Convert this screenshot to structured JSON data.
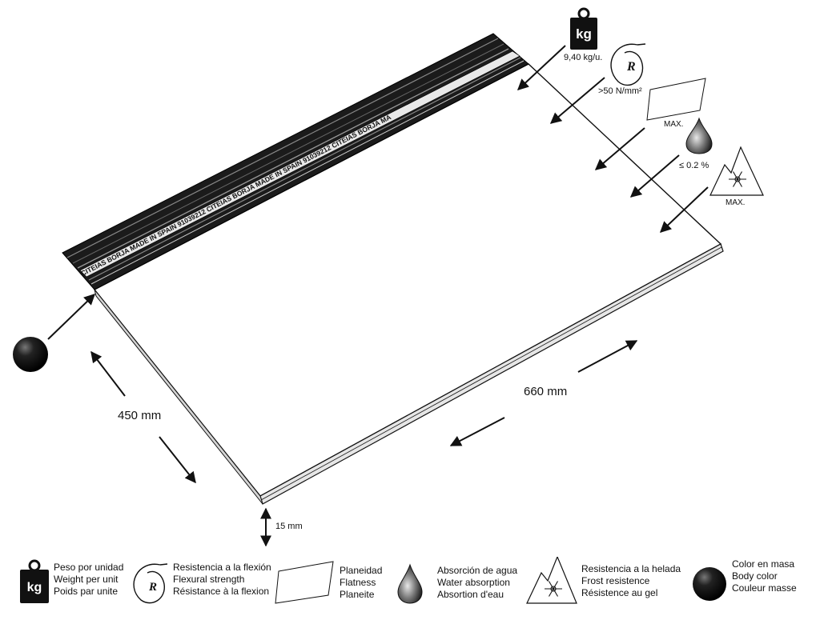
{
  "diagram": {
    "weight_value": "9,40 kg/u.",
    "flexural_value": ">50 N/mm²",
    "flatness_value": "MAX.",
    "absorption_value": "≤ 0.2 %",
    "frost_value": "MAX.",
    "width_dim": "450 mm",
    "length_dim": "660 mm",
    "thickness_dim": "15 mm",
    "stamp_text": "CITEIAS BORJA MADE IN SPAIN 91039212 CITEIAS BORJA MADE IN SPAIN 91039212 CITEIAS BORJA MA"
  },
  "icons": {
    "weight": "kg-weight-icon",
    "flexural": "sigma-r-icon",
    "flatness": "parallelogram-icon",
    "absorption": "water-drop-icon",
    "frost": "snowflake-mountain-icon",
    "color": "black-sphere-icon",
    "kg_glyph": "kg",
    "r_glyph": "R"
  },
  "legend": [
    {
      "key": "weight",
      "lines": [
        "Peso por unidad",
        "Weight per unit",
        "Poids par unite"
      ]
    },
    {
      "key": "flexural",
      "lines": [
        "Resistencia a la flexión",
        "Flexural strength",
        "Résistance à la flexion"
      ]
    },
    {
      "key": "flatness",
      "lines": [
        "Planeidad",
        "Flatness",
        "Planeite"
      ]
    },
    {
      "key": "absorption",
      "lines": [
        "Absorción de agua",
        "Water absorption",
        "Absortion d'eau"
      ]
    },
    {
      "key": "frost",
      "lines": [
        "Resistencia a la helada",
        "Frost resistence",
        "Résistence au gel"
      ]
    },
    {
      "key": "color",
      "lines": [
        "Color en masa",
        "Body color",
        "Couleur masse"
      ]
    }
  ]
}
